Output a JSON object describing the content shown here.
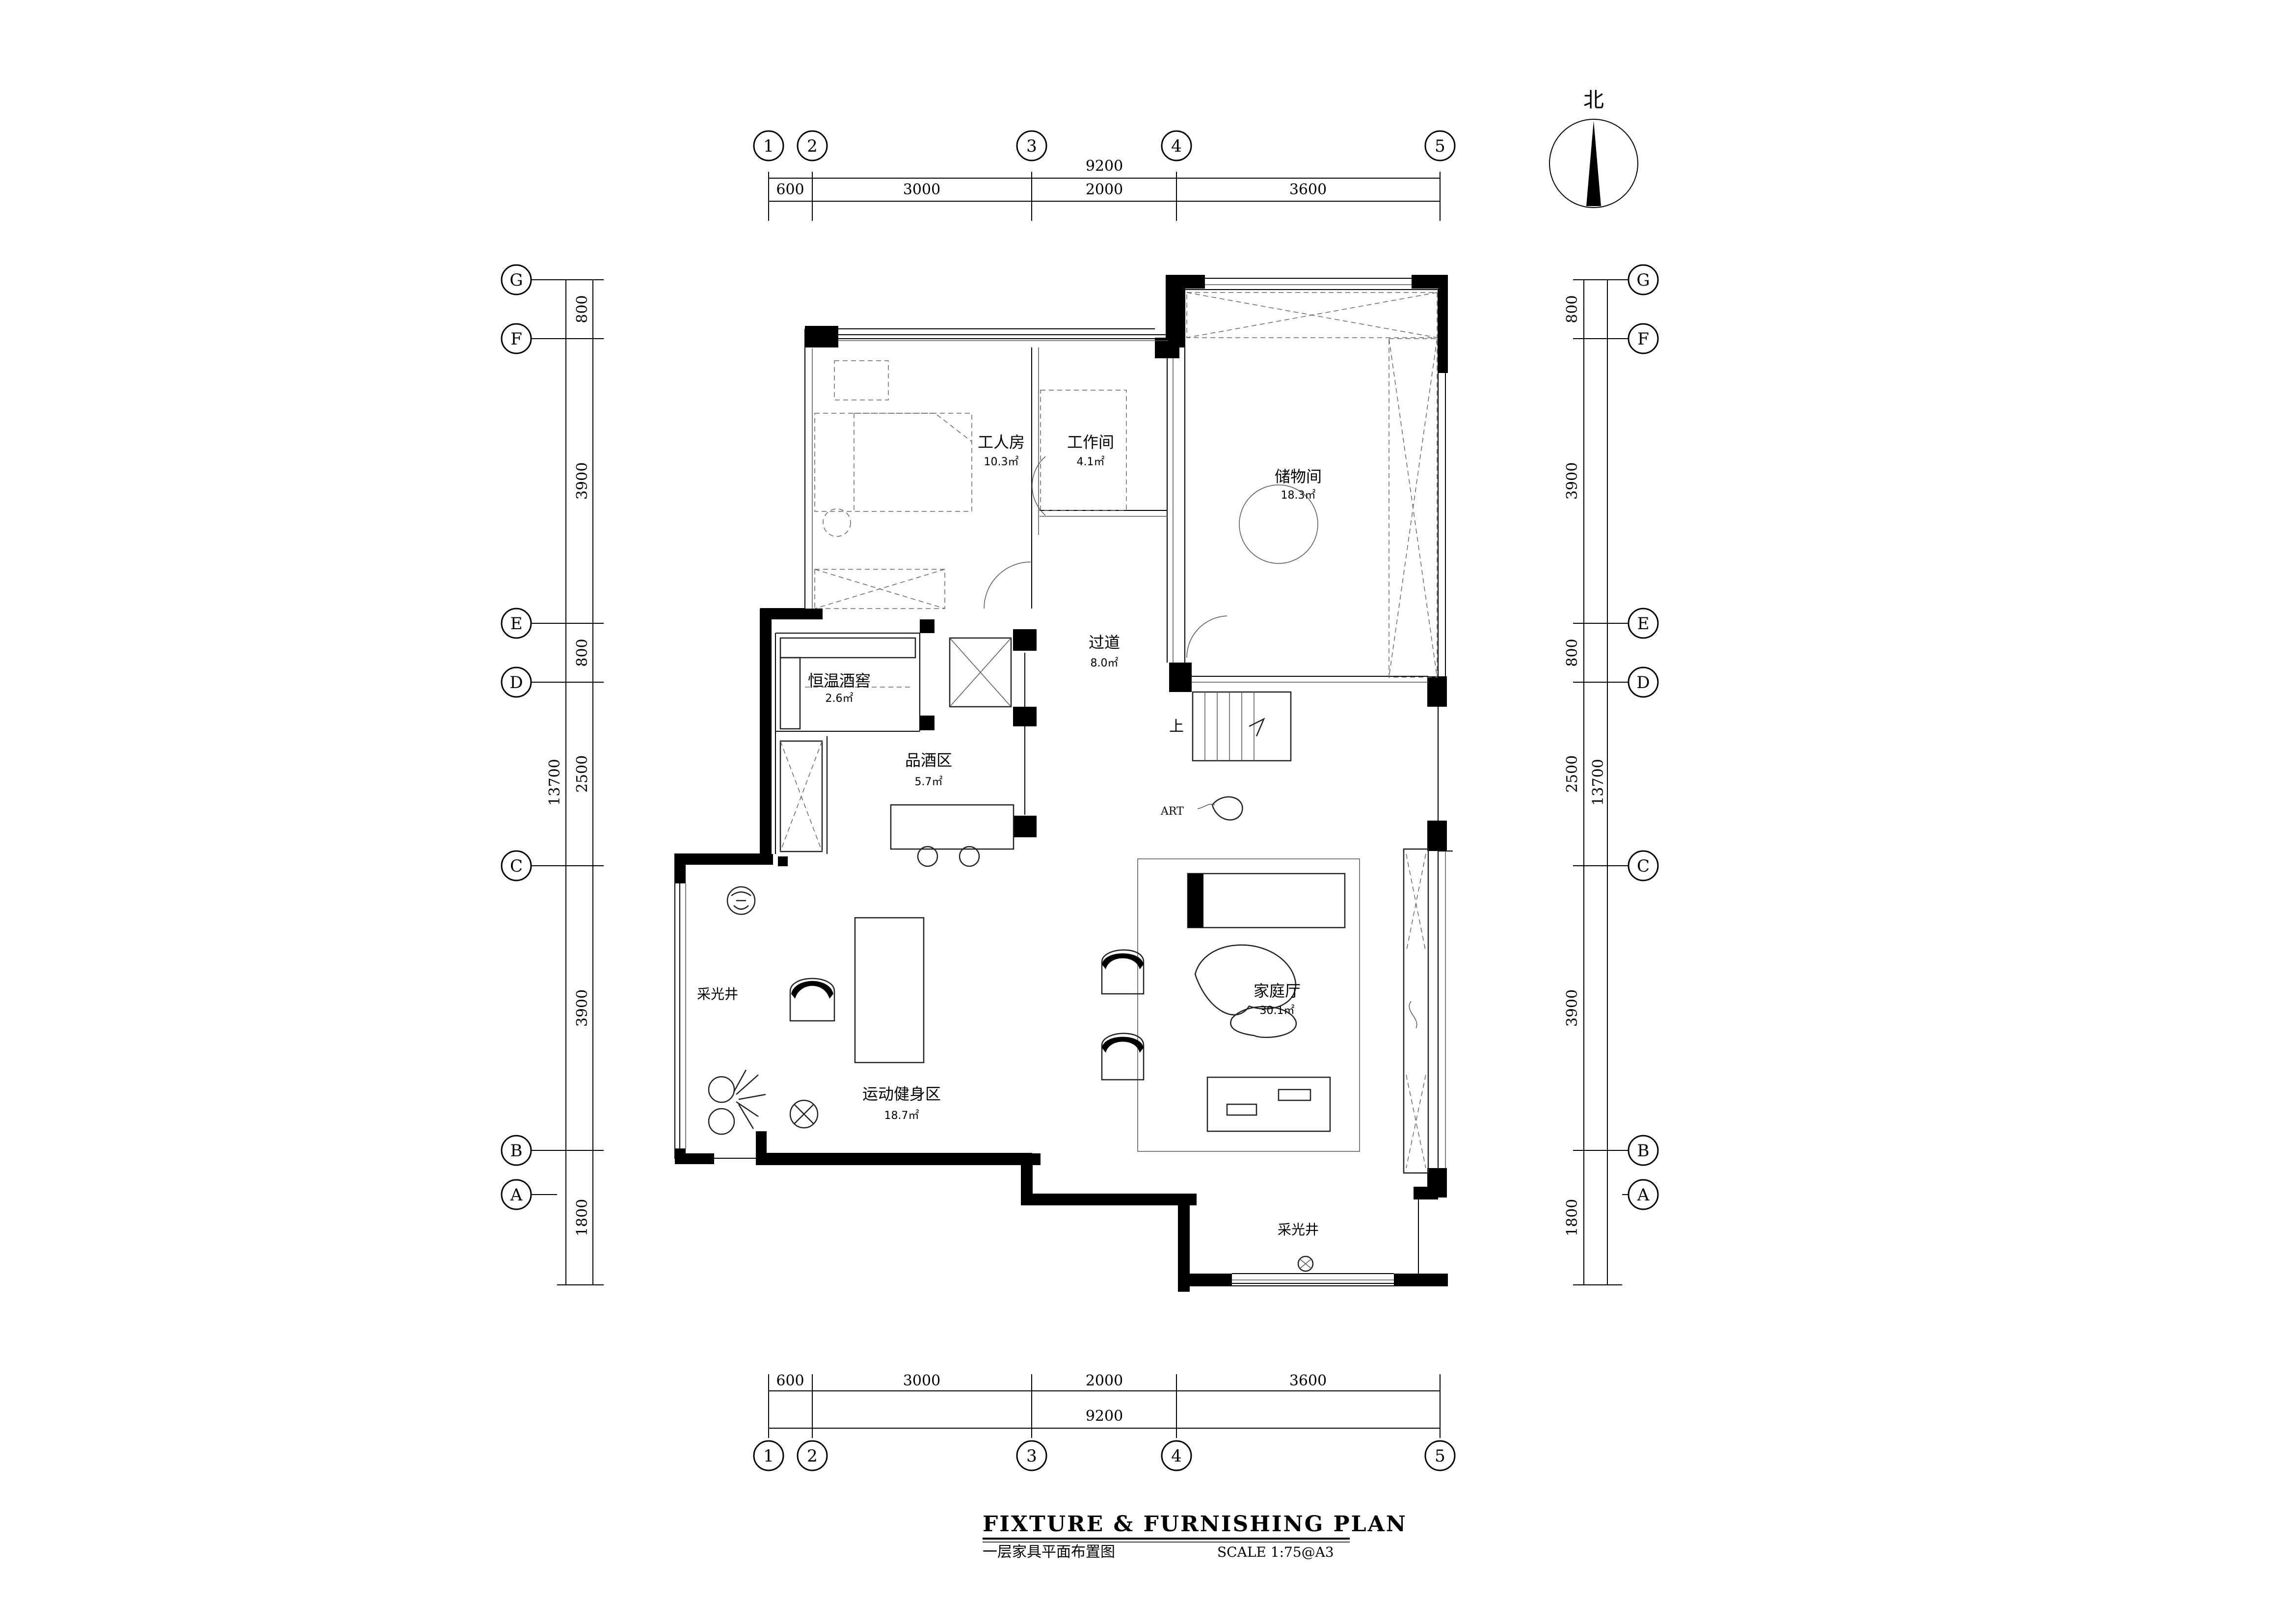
{
  "north_label": "北",
  "grid_columns": [
    "1",
    "2",
    "3",
    "4",
    "5"
  ],
  "grid_rows": [
    "G",
    "F",
    "E",
    "D",
    "C",
    "B",
    "A"
  ],
  "dims_top": {
    "total": "9200",
    "segments": [
      "600",
      "3000",
      "2000",
      "3600"
    ]
  },
  "dims_bottom": {
    "total": "9200",
    "segments": [
      "600",
      "3000",
      "2000",
      "3600"
    ]
  },
  "dims_left": {
    "total": "13700",
    "segments": [
      "800",
      "3900",
      "800",
      "2500",
      "3900",
      "1800"
    ]
  },
  "dims_right": {
    "total": "13700",
    "segments": [
      "800",
      "3900",
      "800",
      "2500",
      "3900",
      "1800"
    ]
  },
  "rooms": {
    "workers_room": {
      "name": "工人房",
      "area": "10.3㎡"
    },
    "workroom": {
      "name": "工作间",
      "area": "4.1㎡"
    },
    "storage": {
      "name": "储物间",
      "area": "18.3㎡"
    },
    "corridor": {
      "name": "过道",
      "area": "8.0㎡"
    },
    "wine_cellar": {
      "name": "恒温酒窖",
      "area": "2.6㎡"
    },
    "tasting": {
      "name": "品酒区",
      "area": "5.7㎡"
    },
    "family_hall": {
      "name": "家庭厅",
      "area": "30.1㎡"
    },
    "gym": {
      "name": "运动健身区",
      "area": "18.7㎡"
    },
    "lightwell_west": {
      "name": "采光井"
    },
    "lightwell_south": {
      "name": "采光井"
    }
  },
  "labels": {
    "stair_up": "上",
    "art": "ART"
  },
  "title": {
    "main": "FIXTURE & FURNISHING PLAN",
    "sub": "一层家具平面布置图",
    "scale": "SCALE  1:75@A3"
  }
}
